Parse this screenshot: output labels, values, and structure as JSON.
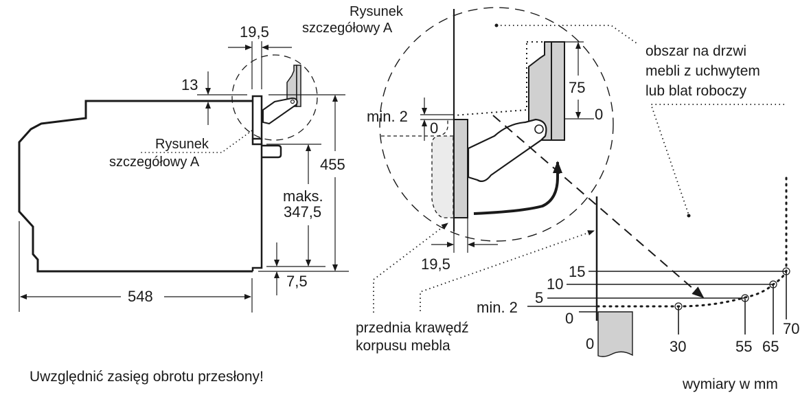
{
  "colors": {
    "line": "#1a1a1a",
    "fill_gray": "#d0d0d0",
    "fill_light": "#ebebeb",
    "background": "#ffffff"
  },
  "side_view": {
    "dim_top_gap": "19,5",
    "dim_top_offset": "13",
    "dim_height": "455",
    "dim_opening_label": "maks.",
    "dim_opening_value": "347,5",
    "dim_bottom_offset": "7,5",
    "dim_depth": "548",
    "detail_ref_line1": "Rysunek",
    "detail_ref_line2": "szczegółowy A"
  },
  "detail_view": {
    "title_line1": "Rysunek",
    "title_line2": "szczegółowy A",
    "dim_handle_height": "75",
    "dim_zero_right": "0",
    "dim_min_gap": "min. 2",
    "dim_zero_left": "0",
    "dim_front_width": "19,5",
    "area_label_line1": "obszar na drzwi",
    "area_label_line2": "mebli z uchwytem",
    "area_label_line3": "lub blat roboczy",
    "front_edge_line1": "przednia krawędź",
    "front_edge_line2": "korpusu mebla"
  },
  "clearance_chart": {
    "y_labels": [
      "15",
      "10",
      "5",
      "min. 2",
      "0"
    ],
    "x_labels": [
      "0",
      "30",
      "55",
      "65",
      "70"
    ]
  },
  "notes": {
    "warning": "Uwzględnić zasięg obrotu przesłony!",
    "units": "wymiary w mm"
  }
}
